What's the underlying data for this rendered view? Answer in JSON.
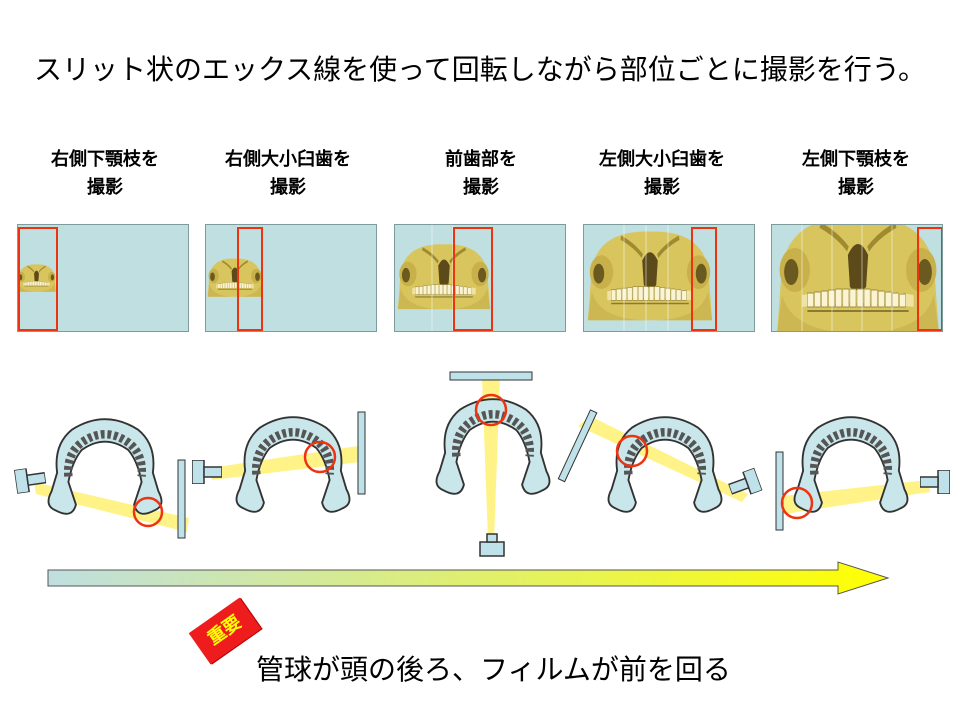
{
  "title": "スリット状のエックス線を使って回転しながら部位ごとに撮影を行う。",
  "steps": [
    {
      "line1": "右側下顎枝を",
      "line2": "撮影"
    },
    {
      "line1": "右側大小臼歯を",
      "line2": "撮影"
    },
    {
      "line1": "前歯部を",
      "line2": "撮影"
    },
    {
      "line1": "左側大小臼歯を",
      "line2": "撮影"
    },
    {
      "line1": "左側下顎枝を",
      "line2": "撮影"
    }
  ],
  "badge": "重要",
  "bottom_text": "管球が頭の後ろ、フィルムが前を回る",
  "colors": {
    "panel_bg": "#bfdfe0",
    "skull": "#d8c25a",
    "slit_frame": "#ee3311",
    "beam": "#fff27a",
    "arrow_start": "#bfdfe0",
    "arrow_end": "#ffff00",
    "badge_bg": "#ee1c1c",
    "badge_text": "#ffff00"
  },
  "icons": [
    "skull-image",
    "jaw-outline-icon",
    "xray-tube-icon",
    "film-plate-icon",
    "focus-circle-icon",
    "progress-arrow-icon"
  ]
}
